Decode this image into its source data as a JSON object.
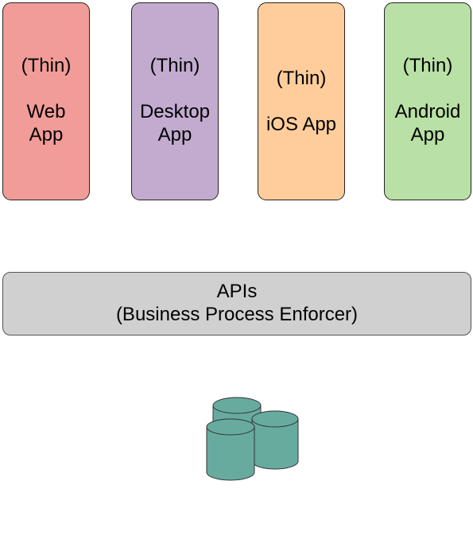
{
  "apps": [
    {
      "thin": "(Thin)",
      "name": "Web\nApp",
      "color": "#f19c99"
    },
    {
      "thin": "(Thin)",
      "name": "Desktop\nApp",
      "color": "#c3abd0"
    },
    {
      "thin": "(Thin)",
      "name": "iOS App",
      "color": "#ffcd9b"
    },
    {
      "thin": "(Thin)",
      "name": "Android\nApp",
      "color": "#b9e0a5"
    }
  ],
  "api": {
    "title": "APIs",
    "subtitle": "(Business Process Enforcer)",
    "color": "#d0d0d0"
  },
  "database": {
    "icon": "database-icon",
    "color": "#67ab9f"
  }
}
